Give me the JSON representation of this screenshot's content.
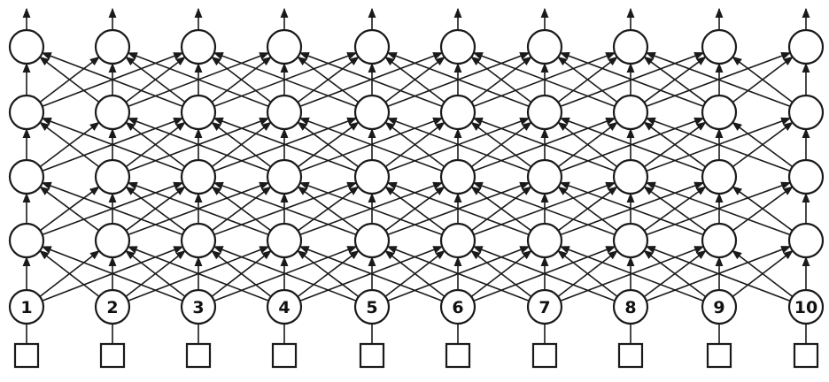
{
  "network": {
    "input_labels": [
      "1",
      "2",
      "3",
      "4",
      "5",
      "6",
      "7",
      "8",
      "9",
      "10"
    ],
    "hidden_layers": 4,
    "connectivity": "each node connects to the nodes within two columns in the layer above",
    "neighbor_span": 2,
    "has_output_arrows": true,
    "colors": {
      "stroke": "#1a1a1a",
      "fill": "#ffffff"
    }
  }
}
